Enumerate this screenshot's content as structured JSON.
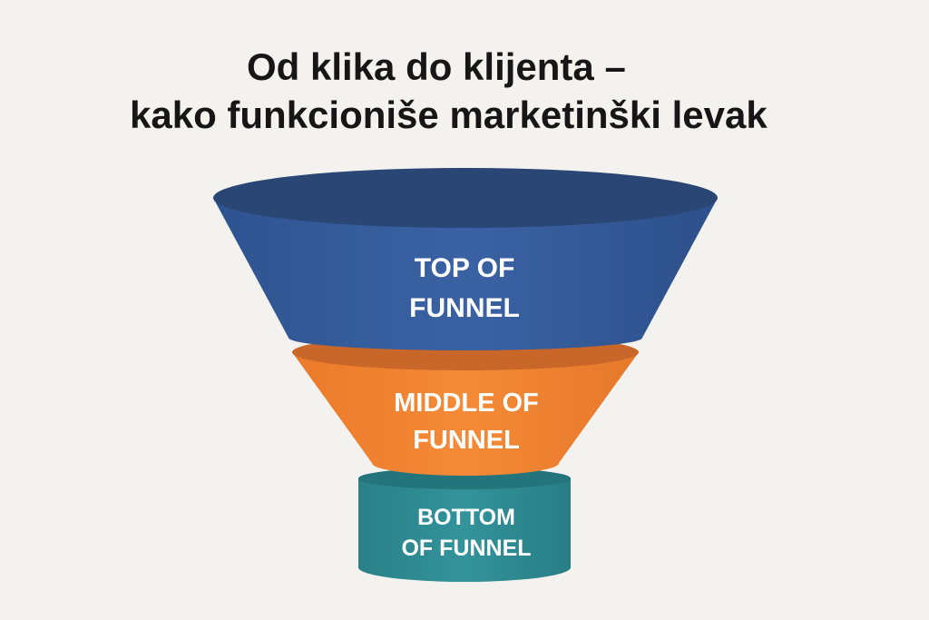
{
  "title": {
    "line1": "Od klika do klijenta –",
    "line2": "kako funkcioniše marketinški levak"
  },
  "stages": [
    {
      "line1": "TOP OF",
      "line2": "FUNNEL",
      "color": "#355b98"
    },
    {
      "line1": "MIDDLE OF",
      "line2": "FUNNEL",
      "color": "#ef8433"
    },
    {
      "line1": "BOTTOM",
      "line2": "OF FUNNEL",
      "color": "#2f8a92"
    }
  ],
  "colors": {
    "background": "#f3f2ef",
    "top_rim": "#2a4674",
    "middle_rim": "#c9662a",
    "bottom_rim": "#23747b"
  }
}
